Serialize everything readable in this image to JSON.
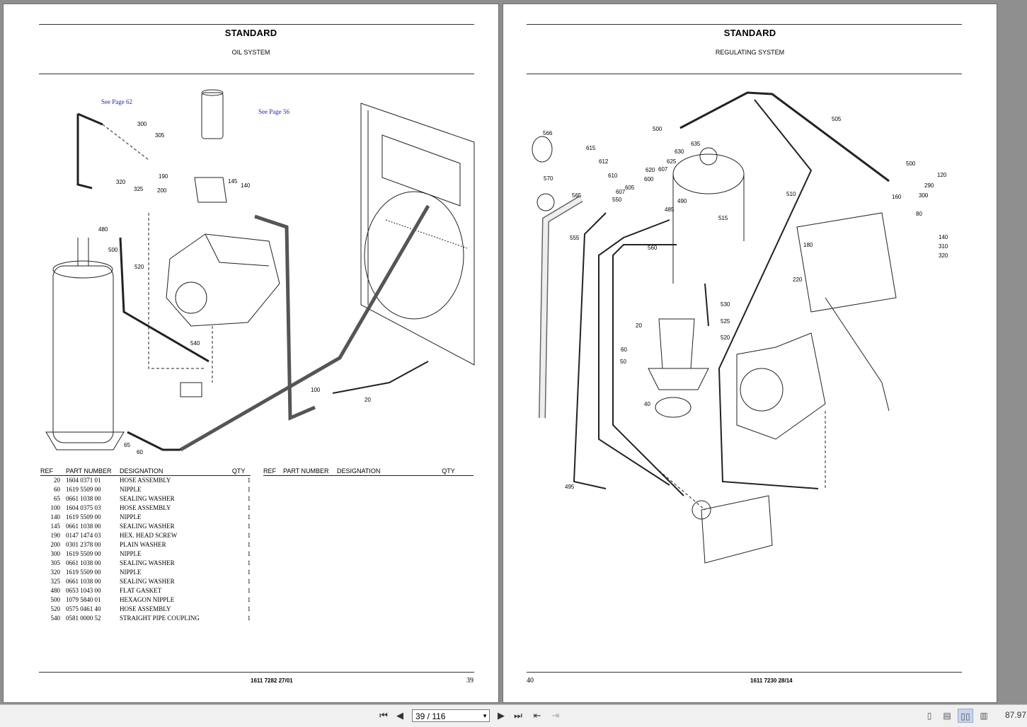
{
  "left_page": {
    "title": "STANDARD",
    "subtitle": "OIL SYSTEM",
    "links": [
      "See Page 62",
      "See Page 56"
    ],
    "callouts": [
      "300",
      "305",
      "190",
      "200",
      "145",
      "140",
      "320",
      "325",
      "480",
      "500",
      "520",
      "540",
      "100",
      "20",
      "65",
      "60"
    ],
    "table_headers": {
      "ref": "REF",
      "part": "PART NUMBER",
      "designation": "DESIGNATION",
      "qty": "QTY"
    },
    "parts": [
      {
        "ref": "20",
        "part": "1604 0371 01",
        "designation": "HOSE ASSEMBLY",
        "qty": "1"
      },
      {
        "ref": "60",
        "part": "1619 5509 00",
        "designation": "NIPPLE",
        "qty": "1"
      },
      {
        "ref": "65",
        "part": "0661 1038 00",
        "designation": "SEALING WASHER",
        "qty": "1"
      },
      {
        "ref": "100",
        "part": "1604 0375 03",
        "designation": "HOSE ASSEMBLY",
        "qty": "1"
      },
      {
        "ref": "140",
        "part": "1619 5509 00",
        "designation": "NIPPLE",
        "qty": "1"
      },
      {
        "ref": "145",
        "part": "0661 1038 00",
        "designation": "SEALING WASHER",
        "qty": "1"
      },
      {
        "ref": "190",
        "part": "0147 1474 03",
        "designation": "HEX. HEAD SCREW",
        "qty": "1"
      },
      {
        "ref": "200",
        "part": "0301 2378 00",
        "designation": "PLAIN WASHER",
        "qty": "1"
      },
      {
        "ref": "300",
        "part": "1619 5509 00",
        "designation": "NIPPLE",
        "qty": "1"
      },
      {
        "ref": "305",
        "part": "0661 1038 00",
        "designation": "SEALING WASHER",
        "qty": "1"
      },
      {
        "ref": "320",
        "part": "1619 5509 00",
        "designation": "NIPPLE",
        "qty": "1"
      },
      {
        "ref": "325",
        "part": "0661 1038 00",
        "designation": "SEALING WASHER",
        "qty": "1"
      },
      {
        "ref": "480",
        "part": "0653 1043 00",
        "designation": "FLAT GASKET",
        "qty": "1"
      },
      {
        "ref": "500",
        "part": "1079 5840 01",
        "designation": "HEXAGON NIPPLE",
        "qty": "1"
      },
      {
        "ref": "520",
        "part": "0575 0461 40",
        "designation": "HOSE ASSEMBLY",
        "qty": "1"
      },
      {
        "ref": "540",
        "part": "0581 0000 52",
        "designation": "STRAIGHT PIPE COUPLING",
        "qty": "1"
      }
    ],
    "footer_code": "1611 7282 27/01",
    "page_number": "39"
  },
  "right_page": {
    "title": "STANDARD",
    "subtitle": "REGULATING SYSTEM",
    "callouts": [
      "566",
      "615",
      "612",
      "610",
      "607",
      "605",
      "600",
      "620",
      "607",
      "625",
      "630",
      "635",
      "500",
      "505",
      "500",
      "120",
      "290",
      "300",
      "80",
      "160",
      "140",
      "310",
      "320",
      "570",
      "565",
      "550",
      "555",
      "485",
      "490",
      "510",
      "515",
      "560",
      "180",
      "220",
      "530",
      "525",
      "520",
      "20",
      "60",
      "50",
      "40",
      "495"
    ],
    "footer_code": "1611 7230 28/14",
    "page_number": "40"
  },
  "toolbar": {
    "page_indicator": "39 / 116",
    "zoom": "87.97"
  }
}
